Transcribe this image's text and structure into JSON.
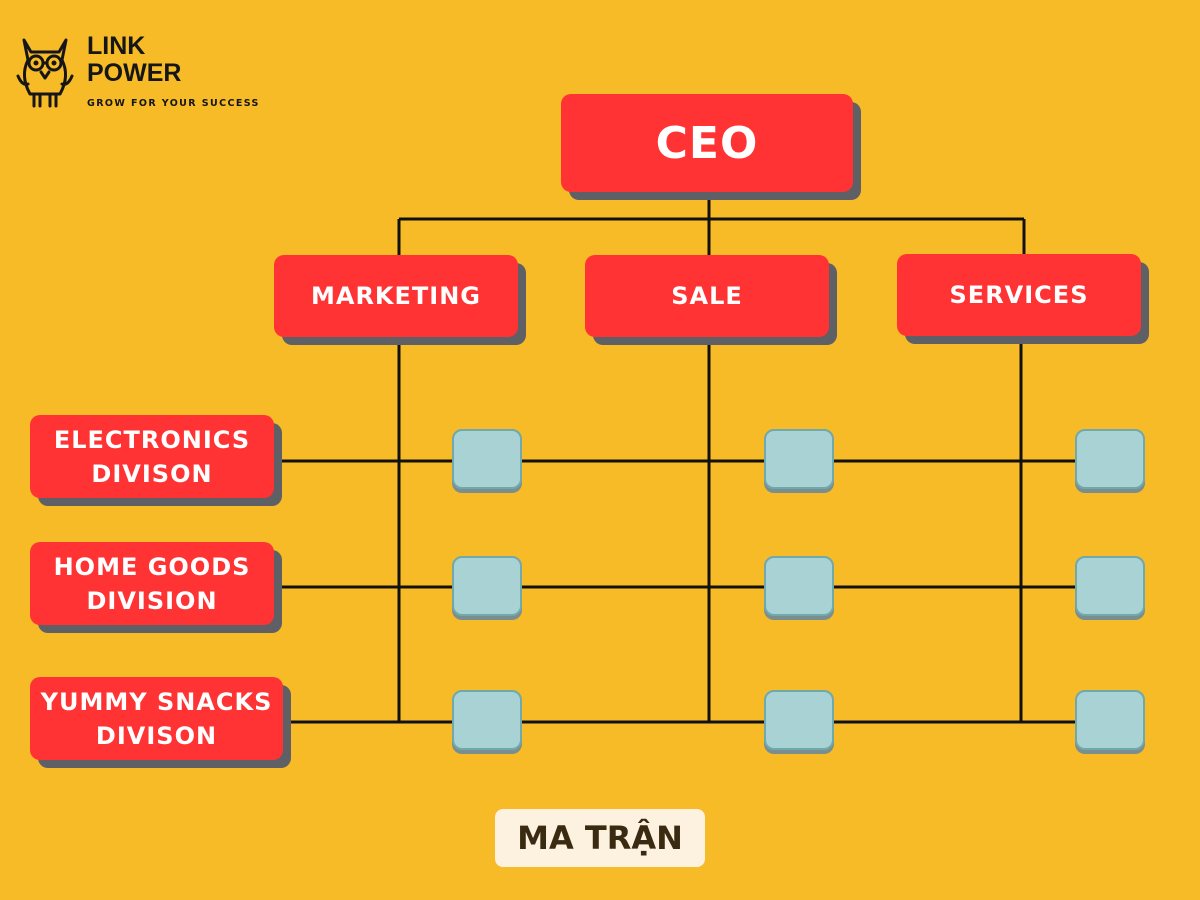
{
  "logo": {
    "name_line1": "LINK",
    "name_line2": "POWER",
    "slogan": "GROW FOR YOUR SUCCESS",
    "icon": "owl-icon"
  },
  "ceo": "CEO",
  "functions": [
    "MARKETING",
    "SALE",
    "SERVICES"
  ],
  "divisions": [
    {
      "line1": "ELECTRONICS",
      "line2": "DIVISON"
    },
    {
      "line1": "HOME GOODS",
      "line2": "DIVISION"
    },
    {
      "line1": "YUMMY SNACKS",
      "line2": "DIVISON"
    }
  ],
  "caption": "MA TRẬN",
  "colors": {
    "background": "#f6bb27",
    "box": "#ff3333",
    "cell": "#a8d2d4",
    "shadow": "#5f5f66"
  }
}
